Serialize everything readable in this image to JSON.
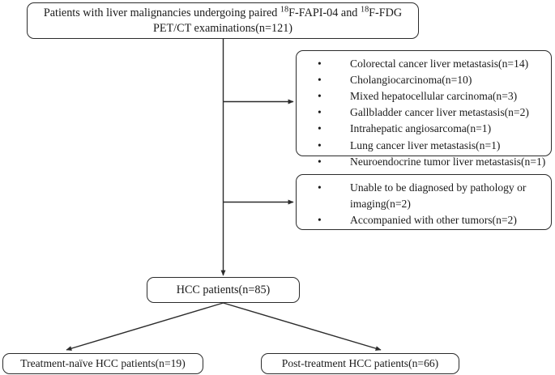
{
  "diagram": {
    "type": "patient-selection-flowchart",
    "nodes": {
      "source": {
        "line1_pre": "Patients with liver malignancies undergoing paired ",
        "sup1": "18",
        "mid1": "F-FAPI-04 and ",
        "sup2": "18",
        "mid2": "F-FDG",
        "line2": "PET/CT examinations(n=121)",
        "n": 121
      },
      "excluded_diagnoses": {
        "bullet": "•",
        "items": [
          "Colorectal cancer liver metastasis(n=14)",
          "Cholangiocarcinoma(n=10)",
          "Mixed hepatocellular carcinoma(n=3)",
          "Gallbladder cancer liver metastasis(n=2)",
          "Intrahepatic angiosarcoma(n=1)",
          "Lung cancer liver metastasis(n=1)",
          "Neuroendocrine tumor liver metastasis(n=1)"
        ]
      },
      "excluded_other": {
        "bullet": "•",
        "items": [
          "Unable to be diagnosed by pathology or imaging(n=2)",
          "Accompanied with other tumors(n=2)"
        ]
      },
      "hcc": {
        "label": "HCC patients(n=85)",
        "n": 85
      },
      "treatment_naive": {
        "label": "Treatment-naïve HCC patients(n=19)",
        "n": 19
      },
      "post_treatment": {
        "label": "Post-treatment HCC patients(n=66)",
        "n": 66
      }
    },
    "colors": {
      "stroke": "#2b2b2b",
      "background": "#ffffff",
      "text": "#1a1a1a"
    }
  }
}
